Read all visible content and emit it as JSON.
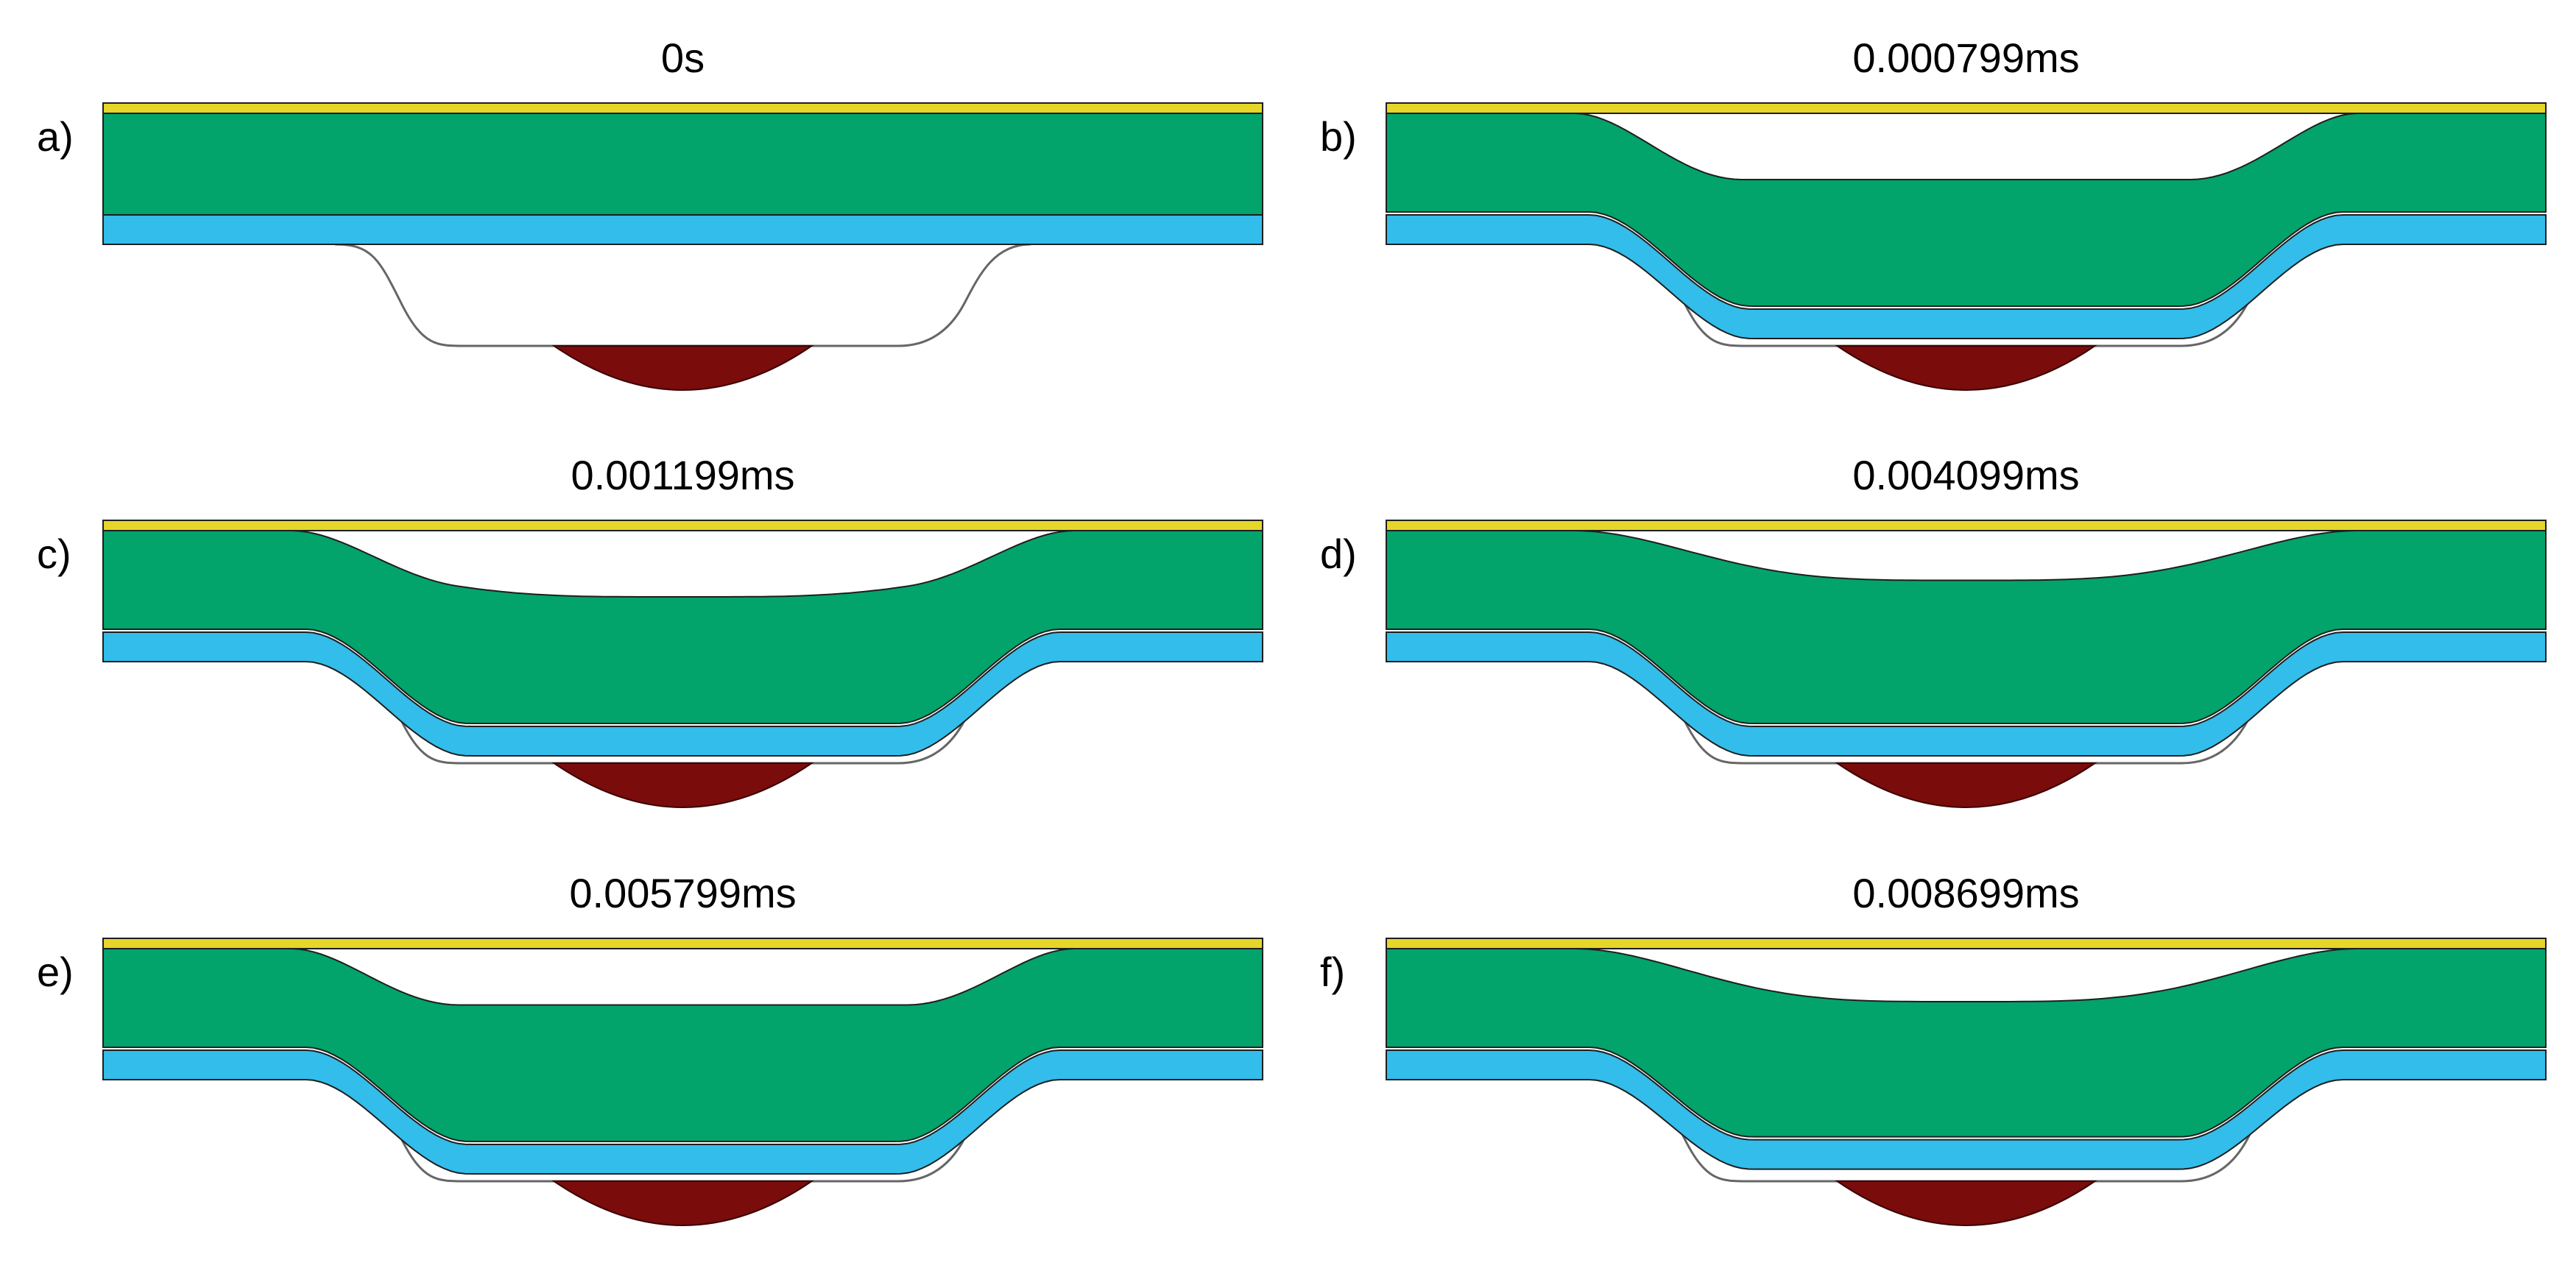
{
  "colors": {
    "top_plate": "#e6d629",
    "core_layer": "#02a46b",
    "bottom_layer": "#33bdea",
    "die_outline": "#666666",
    "bead": "#7a0c0c",
    "edge": "#1e1e1e"
  },
  "panels": [
    {
      "letter": "a)",
      "time": "0s",
      "bottom_dip": 0.0,
      "core_dip": 0.0,
      "core_plateau": 0.0
    },
    {
      "letter": "b)",
      "time": "0.000799ms",
      "bottom_dip": 1.0,
      "core_dip": 1.0,
      "core_plateau": 1.0
    },
    {
      "letter": "c)",
      "time": "0.001199ms",
      "bottom_dip": 1.0,
      "core_dip": 1.0,
      "core_plateau": 0.5
    },
    {
      "letter": "d)",
      "time": "0.004099ms",
      "bottom_dip": 1.0,
      "core_dip": 0.75,
      "core_plateau": 0.0
    },
    {
      "letter": "e)",
      "time": "0.005799ms",
      "bottom_dip": 1.0,
      "core_dip": 0.85,
      "core_plateau": 1.0
    },
    {
      "letter": "f)",
      "time": "0.008699ms",
      "bottom_dip": 0.95,
      "core_dip": 0.8,
      "core_plateau": 0.0
    }
  ]
}
